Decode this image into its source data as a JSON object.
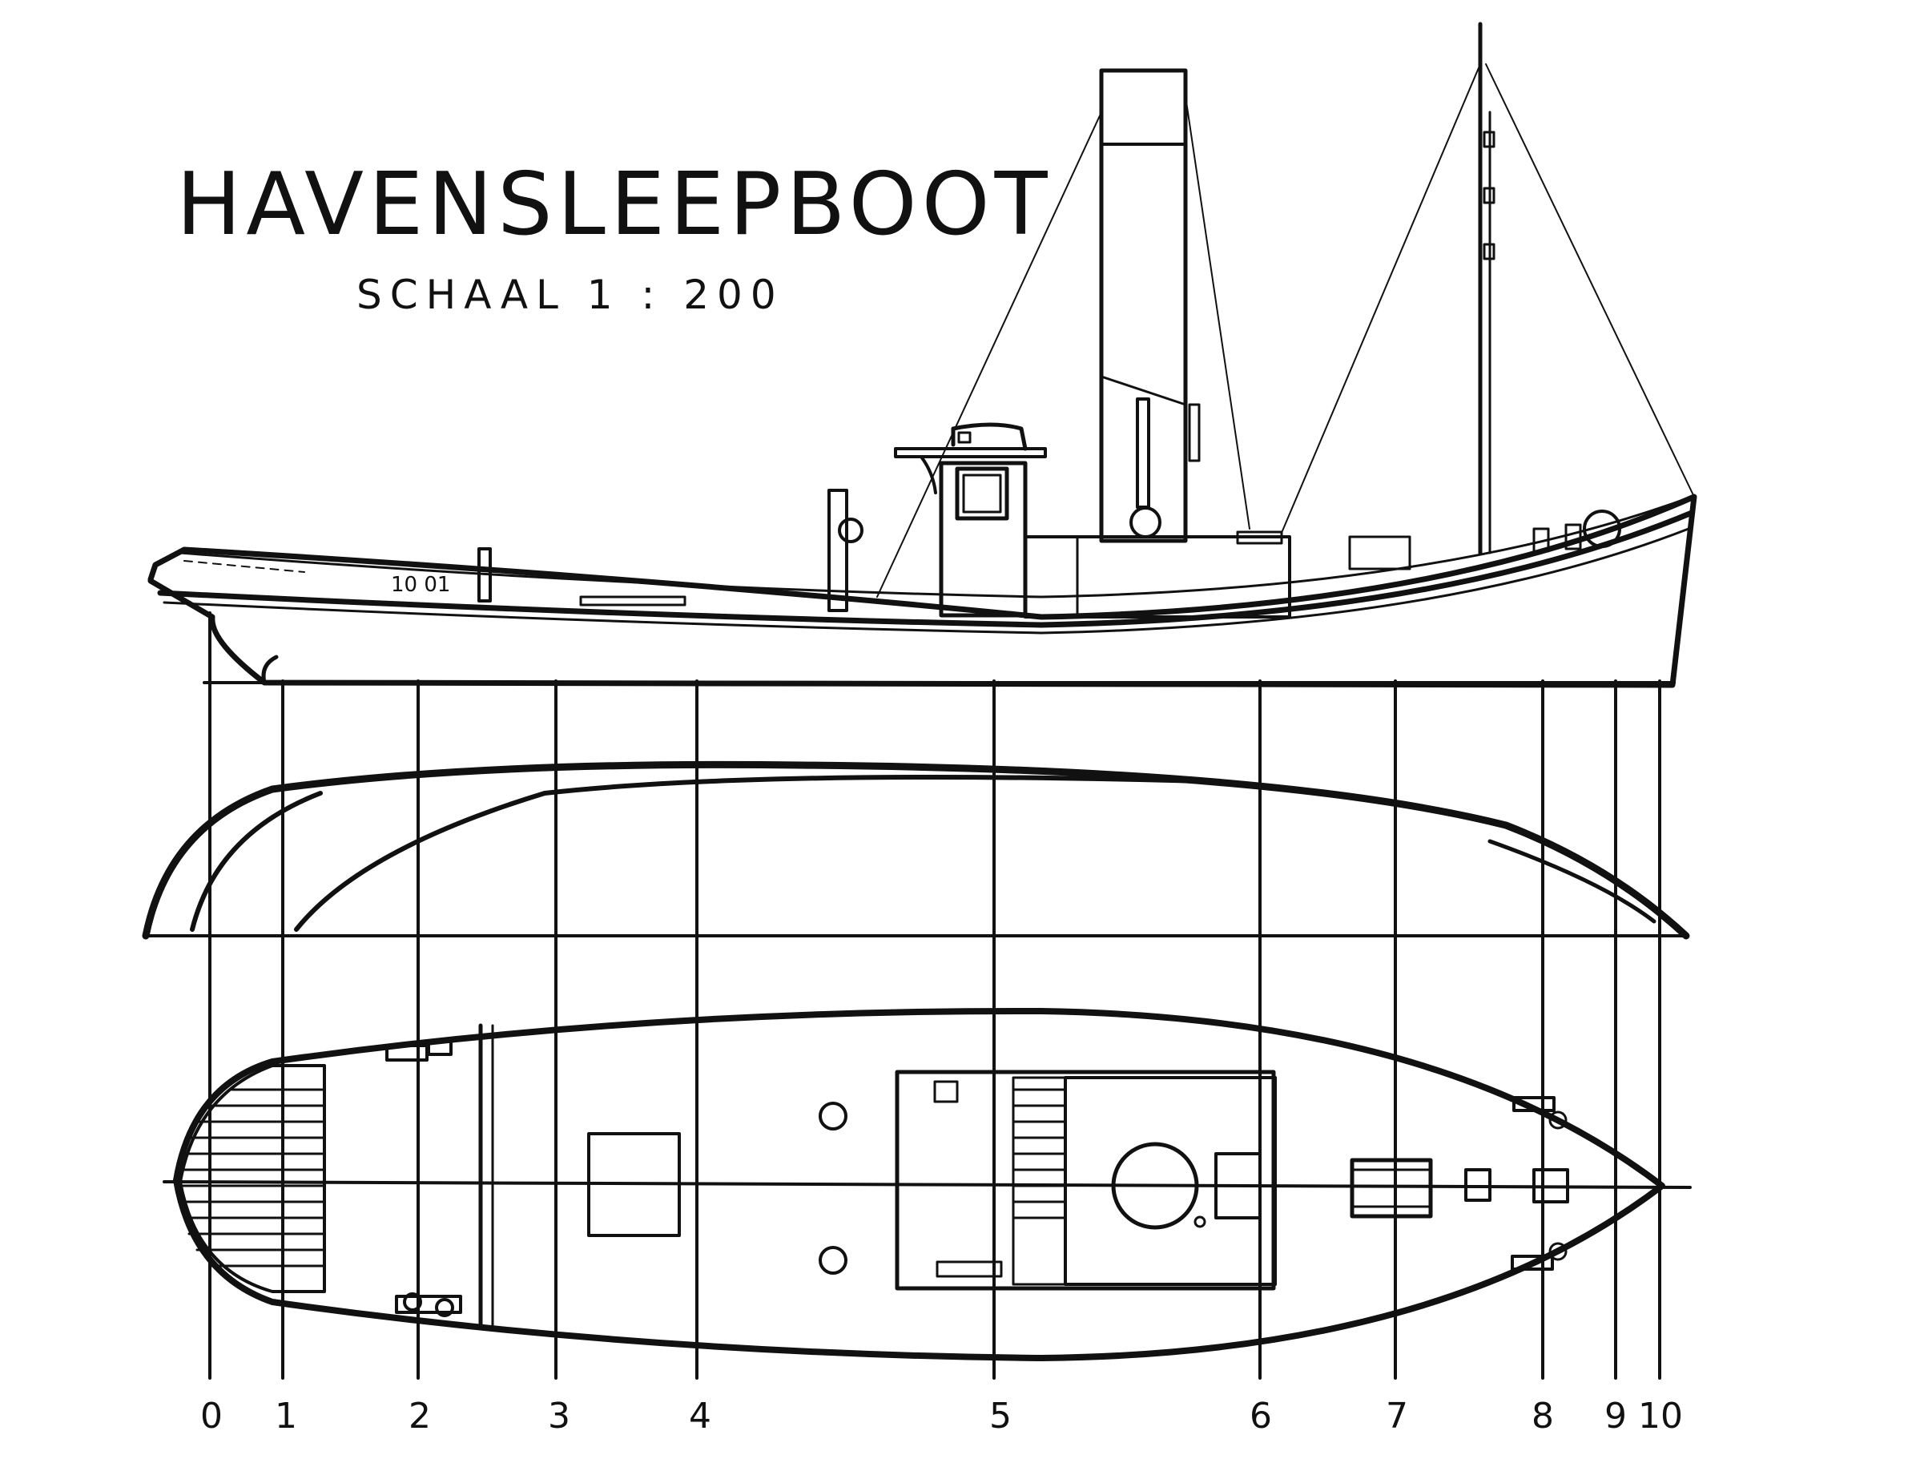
{
  "title": "HAVENSLEEPBOOT",
  "subtitle": "SCHAAL 1 : 200",
  "hull_marking": "10 01",
  "stations": [
    "0",
    "1",
    "2",
    "3",
    "4",
    "5",
    "6",
    "7",
    "8",
    "9",
    "10"
  ]
}
